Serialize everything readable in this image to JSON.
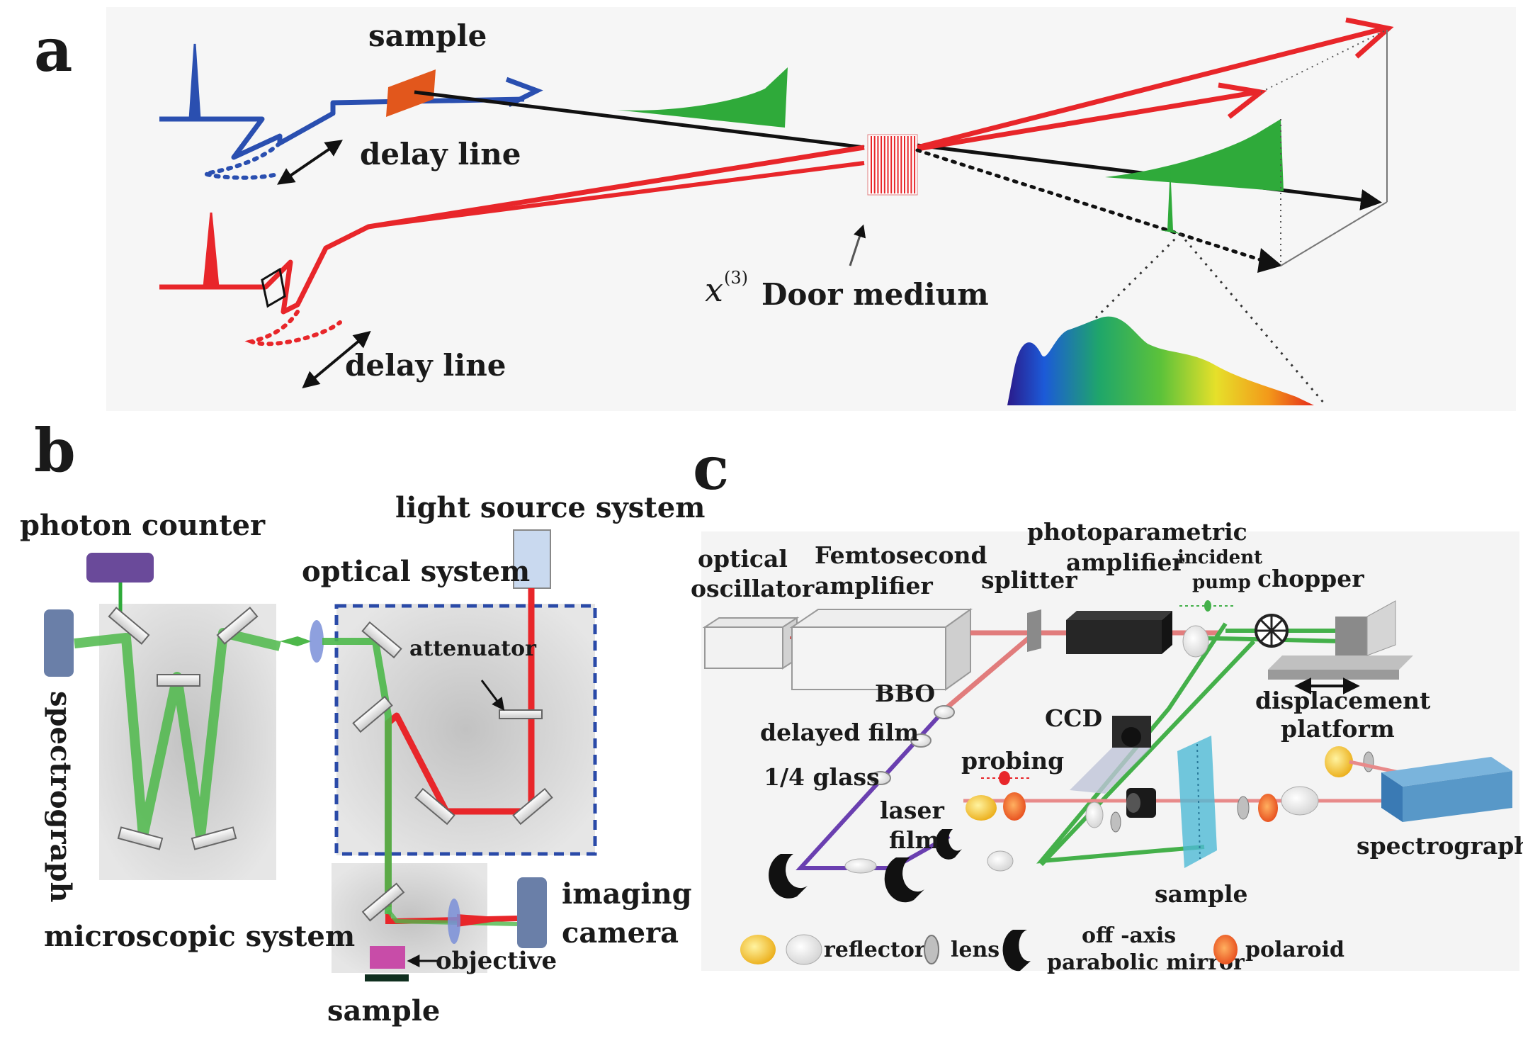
{
  "panels": {
    "a": {
      "letter": "a",
      "sample": "sample",
      "delay_line_top": "delay line",
      "delay_line_bottom": "delay line",
      "chi_symbol": "x",
      "chi_superscript": "(3)",
      "door_medium": "Door medium"
    },
    "b": {
      "letter": "b",
      "photon_counter": "photon counter",
      "spectrograph": "spectrograph",
      "light_source_system": "light source system",
      "optical_system": "optical system",
      "attenuator": "attenuator",
      "microscopic_system": "microscopic system",
      "imaging": "imaging",
      "camera": "camera",
      "objective": "objective",
      "sample": "sample"
    },
    "c": {
      "letter": "c",
      "optical": "optical",
      "oscillator": "oscillator",
      "femtosecond": "Femtosecond",
      "amplifier": "amplifier",
      "photoparametric": "photoparametric",
      "photo_amplifier": "amplifier",
      "incident": "incident",
      "pump": "pump",
      "splitter": "splitter",
      "chopper": "chopper",
      "displacement": "displacement",
      "platform": "platform",
      "bbo": "BBO",
      "delayed_film": "delayed film",
      "quarter_glass": "1/4 glass",
      "ccd": "CCD",
      "probing": "probing",
      "laser": "laser",
      "film": "film",
      "sample": "sample",
      "spectrograph": "spectrograph"
    },
    "legend": {
      "reflector": "reflector",
      "lens": "lens",
      "off_axis": "off -axis",
      "parabolic_mirror": "parabolic mirror",
      "polaroid": "polaroid"
    }
  },
  "colors": {
    "blue_beam": "#2a4fb0",
    "red_beam": "#e8262a",
    "green_beam": "#2faa3a",
    "purple_beam": "#6a3fb0",
    "sample_orange": "#e2571c",
    "dashed_box": "#2a4aa8"
  }
}
